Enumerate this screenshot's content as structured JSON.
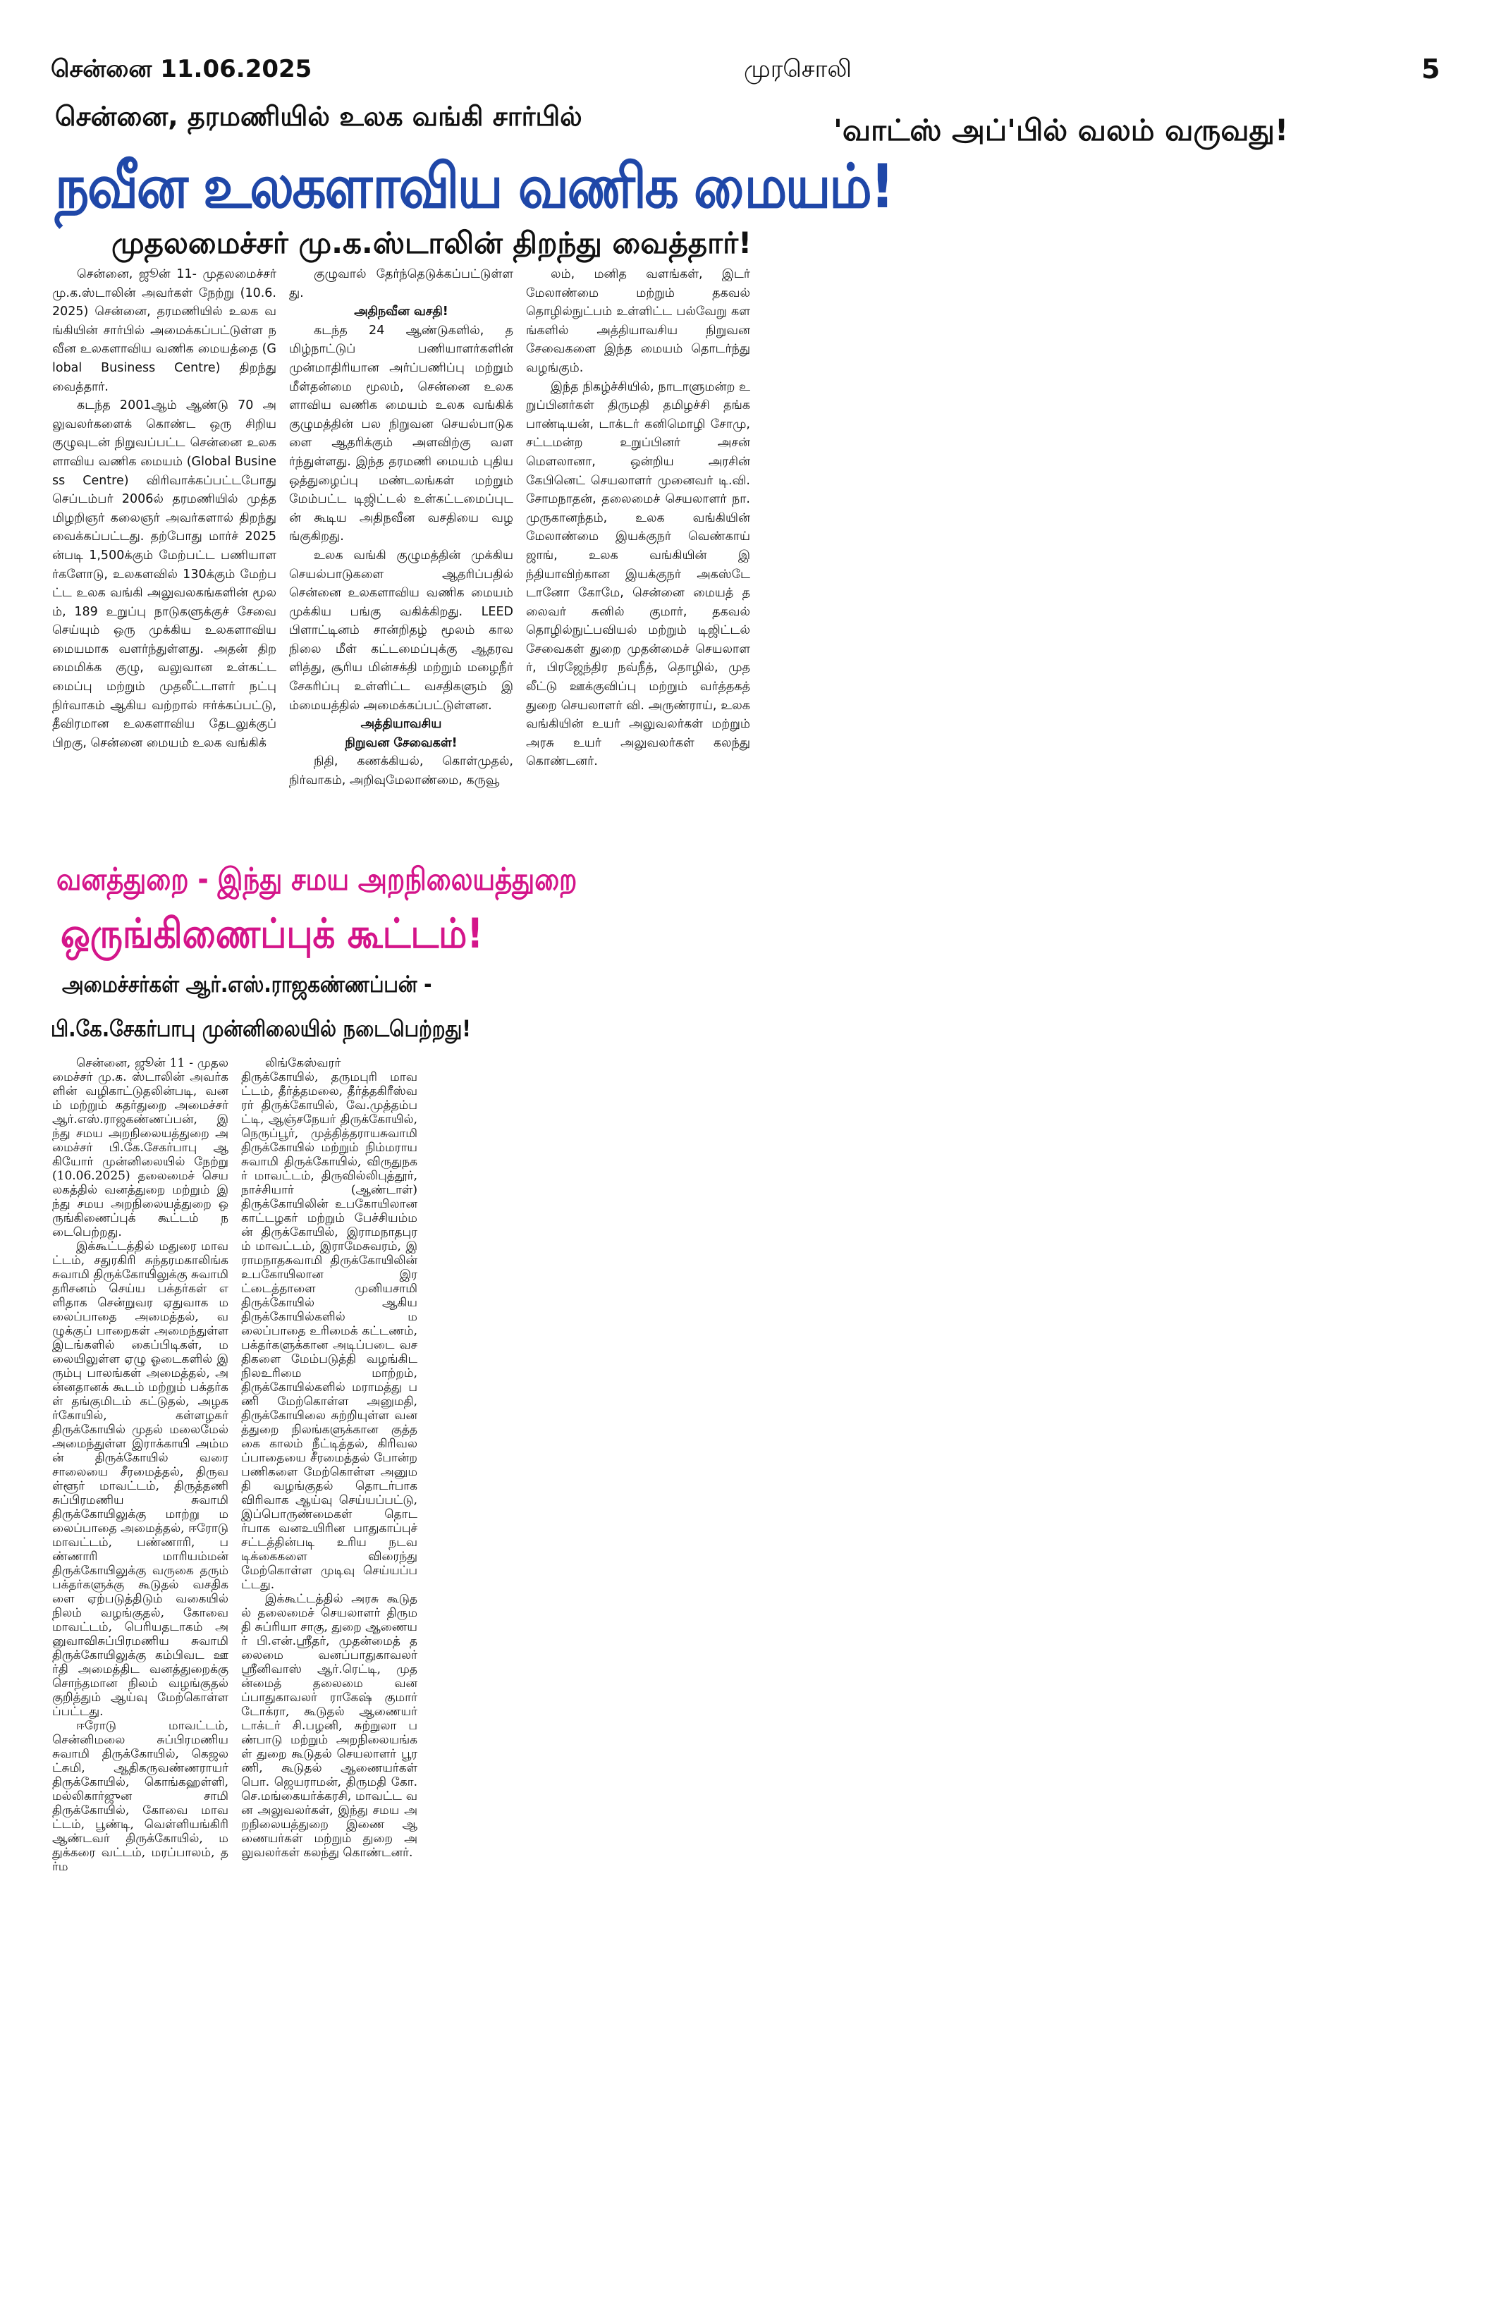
{
  "masthead": {
    "dateline": "சென்னை 11.06.2025",
    "paper": "முரசொலி",
    "page_number": "5"
  },
  "side_story": {
    "headline": "'வாட்ஸ் அப்'பில் வலம் வருவது!"
  },
  "story1": {
    "kicker": "சென்னை, தரமணியில் உலக வங்கி சார்பில்",
    "headline": "நவீன உலகளாவிய வணிக மையம்!",
    "subhead": "முதலமைச்சர் மு.க.ஸ்டாலின் திறந்து வைத்தார்!",
    "col1": [
      "சென்னை, ஜூன் 11- முதலமைச்சர் மு.க.ஸ்டாலின் அவர்கள் நேற்று (10.6.2025) சென்னை, தரமணியில் உலக வங்கியின் சார்பில் அமைக்கப்பட்டுள்ள நவீன உலகளாவிய வணிக மையத்தை (Global Business Centre) திறந்து வைத்தார்.",
      "கடந்த 2001ஆம் ஆண்டு 70 அலுவலர்களைக் கொண்ட ஒரு சிறிய குழுவுடன் நிறுவப்பட்ட சென்னை உலகளாவிய வணிக மையம் (Global Business Centre) விரிவாக்கப்பட்டபோது செப்டம்பர் 2006ல் தரமணியில் முத்தமிழறிஞர் கலைஞர் அவர்களால் திறந்து வைக்கப்பட்டது. தற்போது மார்ச் 2025ன்படி 1,500க்கும் மேற்பட்ட பணியாளர்களோடு, உலகளவில் 130க்கும் மேற்பட்ட உலக வங்கி அலுவலகங்களின் மூலம், 189 உறுப்பு நாடுகளுக்குச் சேவை செய்யும் ஒரு முக்கிய உலகளாவிய மையமாக வளர்ந்துள்ளது. அதன் திறமைமிக்க குழு, வலுவான உள்கட்டமைப்பு மற்றும் முதலீட்டாளர் நட்பு நிர்வாகம் ஆகிய வற்றால் ஈர்க்கப்பட்டு, தீவிரமான உலகளாவிய தேடலுக்குப் பிறகு, சென்னை மையம் உலக வங்கிக்"
    ],
    "col2": [
      "குழுவால் தேர்ந்தெடுக்கப்பட்டுள்ளது."
    ],
    "col2_head1": "அதிநவீன வசதி!",
    "col2_b": [
      "கடந்த 24 ஆண்டுகளில், தமிழ்நாட்டுப் பணியாளர்களின் முன்மாதிரியான அர்ப்பணிப்பு மற்றும் மீள்தன்மை மூலம், சென்னை உலகளாவிய வணிக மையம் உலக வங்கிக் குழுமத்தின் பல நிறுவன செயல்பாடுகளை ஆதரிக்கும் அளவிற்கு வளர்ந்துள்ளது. இந்த தரமணி மையம் புதிய ஒத்துழைப்பு மண்டலங்கள் மற்றும் மேம்பட்ட டிஜிட்டல் உள்கட்டமைப்புடன் கூடிய அதிநவீன வசதியை வழங்குகிறது.",
      "உலக வங்கி குழுமத்தின் முக்கிய செயல்பாடுகளை ஆதரிப்பதில் சென்னை உலகளாவிய வணிக மையம் முக்கிய பங்கு வகிக்கிறது. LEED பிளாட்டினம் சான்றிதழ் மூலம் காலநிலை மீள் கட்டமைப்புக்கு ஆதரவளித்து, சூரிய மின்சக்தி மற்றும் மழைநீர் சேகரிப்பு உள்ளிட்ட வசதிகளும் இம்மையத்தில் அமைக்கப்பட்டுள்ளன."
    ],
    "col2_head2a": "அத்தியாவசிய",
    "col2_head2b": "நிறுவன சேவைகள்!",
    "col2_c": [
      "நிதி, கணக்கியல், கொள்முதல், நிர்வாகம், அறிவுமேலாண்மை, கருவூ"
    ],
    "col3": [
      "லம், மனித வளங்கள், இடர் மேலாண்மை மற்றும் தகவல் தொழில்நுட்பம் உள்ளிட்ட பல்வேறு களங்களில் அத்தியாவசிய நிறுவன சேவைகளை இந்த மையம் தொடர்ந்து வழங்கும்.",
      "இந்த நிகழ்ச்சியில், நாடாளுமன்ற உறுப்பினர்கள் திருமதி தமிழச்சி தங்கபாண்டியன், டாக்டர் கனிமொழி சோமு, சட்டமன்ற உறுப்பினர் அசன் மௌலானா, ஒன்றிய அரசின் கேபினெட் செயலாளர் முனைவர் டி.வி. சோமநாதன், தலைமைச் செயலாளர் நா.முருகானந்தம், உலக வங்கியின் மேலாண்மை இயக்குநர் வெண்காய் ஜாங், உலக வங்கியின் இந்தியாவிற்கான இயக்குநர் அகஸ்டே டானோ கோமே, சென்னை மையத் தலைவர் சுனில் குமார், தகவல் தொழில்நுட்பவியல் மற்றும் டிஜிட்டல் சேவைகள் துறை முதன்மைச் செயலாளர், பிரஜேந்திர நவ்நீத், தொழில், முதலீட்டு ஊக்குவிப்பு மற்றும் வர்த்தகத் துறை செயலாளர் வி. அருண்ராய், உலக வங்கியின் உயர் அலுவலர்கள் மற்றும் அரசு உயர் அலுவலர்கள் கலந்து கொண்டனர்."
    ]
  },
  "story2": {
    "headline_line1": "வனத்துறை - இந்து சமய அறநிலையத்துறை",
    "headline_line2": "ஒருங்கிணைப்புக் கூட்டம்!",
    "subhead_line1": "அமைச்சர்கள் ஆர்.எஸ்.ராஜகண்ணப்பன் -",
    "subhead_line2": "பி.கே.சேகர்பாபு முன்னிலையில் நடைபெற்றது!",
    "col1": [
      "சென்னை, ஜூன் 11 - முதலமைச்சர் மு.க. ஸ்டாலின் அவர்களின் வழிகாட்டுதலின்படி, வனம் மற்றும் கதர்துறை அமைச்சர் ஆர்.எஸ்.ராஜகண்ணப்பன், இந்து சமய அறநிலையத்துறை அமைச்சர் பி.கே.சேகர்பாபு ஆகியோர் முன்னிலையில் நேற்று (10.06.2025) தலைமைச் செயலகத்தில் வனத்துறை மற்றும் இந்து சமய அறநிலையத்துறை ஒருங்கிணைப்புக் கூட்டம் நடைபெற்றது.",
      "இக்கூட்டத்தில் மதுரை மாவட்டம், சதுரகிரி சுந்தரமகாலிங்க சுவாமி திருக்கோயிலுக்கு சுவாமி தரிசனம் செய்ய பக்தர்கள் எளிதாக சென்றுவர ஏதுவாக மலைப்பாதை அமைத்தல், வழுக்குப் பாறைகள் அமைந்துள்ள இடங்களில் கைப்பிடிகள், மலையிலுள்ள ஏழு ஓடைகளில் இரும்பு பாலங்கள் அமைத்தல், அன்னதானக் கூடம் மற்றும் பக்தர்கள் தங்குமிடம் கட்டுதல், அழகர்கோயில், கள்ளழகர் திருக்கோயில் முதல் மலைமேல் அமைந்துள்ள இராக்காயி அம்மன் திருக்கோயில் வரை சாலையை சீரமைத்தல், திருவள்ளூர் மாவட்டம், திருத்தணி சுப்பிரமணிய சுவாமி திருக்கோயிலுக்கு மாற்று மலைப்பாதை அமைத்தல், ஈரோடு மாவட்டம், பண்ணாரி, பண்ணாரி மாரியம்மன் திருக்கோயிலுக்கு வருகை தரும் பக்தர்களுக்கு கூடுதல் வசதிகளை ஏற்படுத்திடும் வகையில் நிலம் வழங்குதல், கோவை மாவட்டம், பெரியதடாகம் அனுவாவிசுப்பிரமணிய சுவாமி திருக்கோயிலுக்கு கம்பிவட ஊர்தி அமைத்திட வனத்துறைக்கு சொந்தமான நிலம் வழங்குதல் குறித்தும் ஆய்வு மேற்கொள்ளப்பட்டது.",
      "ஈரோடு மாவட்டம், சென்னிமலை சுப்பிரமணிய சுவாமி திருக்கோயில், கெஜலட்சுமி, ஆதிகருவண்ணராயர் திருக்கோயில், கொங்கஹள்ளி, மல்லிகார்ஜுன சாமி திருக்கோயில், கோவை மாவட்டம், பூண்டி, வெள்ளியங்கிரி ஆண்டவர் திருக்கோயில், மதுக்கரை வட்டம், மரப்பாலம், தர்ம"
    ],
    "col2": [
      "லிங்கேஸ்வரர் திருக்கோயில், தருமபுரி மாவட்டம், தீர்த்தமலை, தீர்த்தகிரீஸ்வரர் திருக்கோயில், வே.முத்தம்பட்டி, ஆஞ்சநேயர் திருக்கோயில், நெருப்பூர், முத்தித்தராயசுவாமி திருக்கோயில் மற்றும் நிம்மராயசுவாமி திருக்கோயில், விருதுநகர் மாவட்டம், திருவில்லிபுத்தூர், நாச்சியார் (ஆண்டாள்) திருக்கோயிலின் உபகோயிலான காட்டழகர் மற்றும் பேச்சியம்மன் திருக்கோயில், இராமநாதபுரம் மாவட்டம், இராமேசுவரம், இராமநாதசுவாமி திருக்கோயிலின் உபகோயிலான இரட்டைத்தாளை முனியசாமி திருக்கோயில் ஆகிய திருக்கோயில்களில் மலைப்பாதை உரிமைக் கட்டணம், பக்தர்களுக்கான அடிப்படை வசதிகளை மேம்படுத்தி வழங்கிட நிலஉரிமை மாற்றம், திருக்கோயில்களில் மராமத்து பணி மேற்கொள்ள அனுமதி, திருக்கோயிலை சுற்றியுள்ள வனத்துறை நிலங்களுக்கான குத்தகை காலம் நீட்டித்தல், கிரிவலப்பாதையை சீரமைத்தல் போன்ற பணிகளை மேற்கொள்ள அனுமதி வழங்குதல் தொடர்பாக விரிவாக ஆய்வு செய்யப்பட்டு, இப்பொருண்மைகள் தொடர்பாக வனஉயிரின பாதுகாப்புச் சட்டத்தின்படி உரிய நடவடிக்கைகளை விரைந்து மேற்கொள்ள முடிவு செய்யப்பட்டது.",
      "இக்கூட்டத்தில் அரசு கூடுதல் தலைமைச் செயலாளர் திருமதி சுப்ரியா சாகு, துறை ஆணையர் பி.என்.ஸ்ரீதர், முதன்மைத் தலைமை வனப்பாதுகாவலர் ஸ்ரீனிவாஸ் ஆர்.ரெட்டி, முதன்மைத் தலைமை வனப்பாதுகாவலர் ராகேஷ் குமார் டோக்ரா, கூடுதல் ஆணையர் டாக்டர் சி.பழனி, சுற்றுலா பண்பாடு மற்றும் அறநிலையங்கள் துறை கூடுதல் செயலாளர் பூரணி, கூடுதல் ஆணையர்கள் பொ. ஜெயராமன், திருமதி கோ.செ.மங்கையர்க்கரசி, மாவட்ட வன அலுவலர்கள், இந்து சமய அறநிலையத்துறை இணை ஆணையர்கள் மற்றும் துறை அலுவலர்கள் கலந்து கொண்டனர்."
    ]
  }
}
